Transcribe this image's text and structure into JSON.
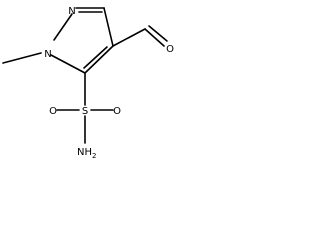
{
  "molecule": {
    "atom_labels": {
      "ring_n2": "N",
      "ring_n1": "N",
      "aldehyde_o": "O",
      "sulfur": "S",
      "sulfonyl_o_left": "O",
      "sulfonyl_o_right": "O",
      "amine_n": "NH",
      "amine_subscript": "2"
    },
    "colors": {
      "bond": "#000000",
      "label": "#000000",
      "background": "#ffffff"
    }
  }
}
